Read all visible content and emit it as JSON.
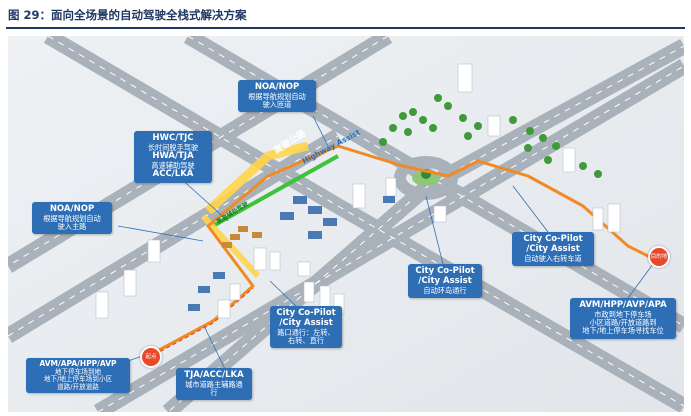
{
  "figure": {
    "title": "图 29：面向全场景的自动驾驶全栈式解决方案"
  },
  "road_labels": {
    "highway_chinese": "高速公路",
    "highway_english": "Highway Assist",
    "ramp_chinese": "高速辅助驾驶"
  },
  "pins": {
    "start": "起点",
    "end": "目的地"
  },
  "callouts": {
    "noa_top": {
      "title": "NOA/NOP",
      "lines": [
        "根据导航规划自动",
        "驶入匝道"
      ]
    },
    "hwc": {
      "title": "HWC/TJC",
      "lines": [
        "长时间脱手驾驶",
        "HWA/TJA",
        "高速辅助驾驶",
        "ACC/LKA"
      ]
    },
    "noa_left": {
      "title": "NOA/NOP",
      "lines": [
        "根据导航规划自动",
        "驶入主路"
      ]
    },
    "city_mid": {
      "title": "City Co-Pilot",
      "lines": [
        "/City Assist",
        "自动环岛通行"
      ]
    },
    "city_right": {
      "title": "City Co-Pilot",
      "lines": [
        "/City Assist",
        "自动驶入右转车道"
      ]
    },
    "city_bottom": {
      "title": "City Co-Pilot",
      "lines": [
        "/City Assist",
        "路口通行：左转、",
        "右转、直行"
      ]
    },
    "tja": {
      "title": "TJA/ACC/LKA",
      "lines": [
        "城市道路主辅路通",
        "行"
      ]
    },
    "avm_left": {
      "title": "AVM/APA/HPP/AVP",
      "lines": [
        "地下停车场到地",
        "地下/地上停车场到小区",
        "道路/开放道路"
      ]
    },
    "avm_right": {
      "title": "AVM/HPP/AVP/APA",
      "lines": [
        "市政到地下停车场",
        "小区道路/开放道路到",
        "地下/地上停车场寻找车位"
      ]
    }
  },
  "colors": {
    "callout": "#2e6eb5",
    "road": "#a9b1ba",
    "route_orange": "#f08a24",
    "route_red": "#e8492a",
    "highway_green": "#3cc23c",
    "title_navy": "#1f3864"
  }
}
